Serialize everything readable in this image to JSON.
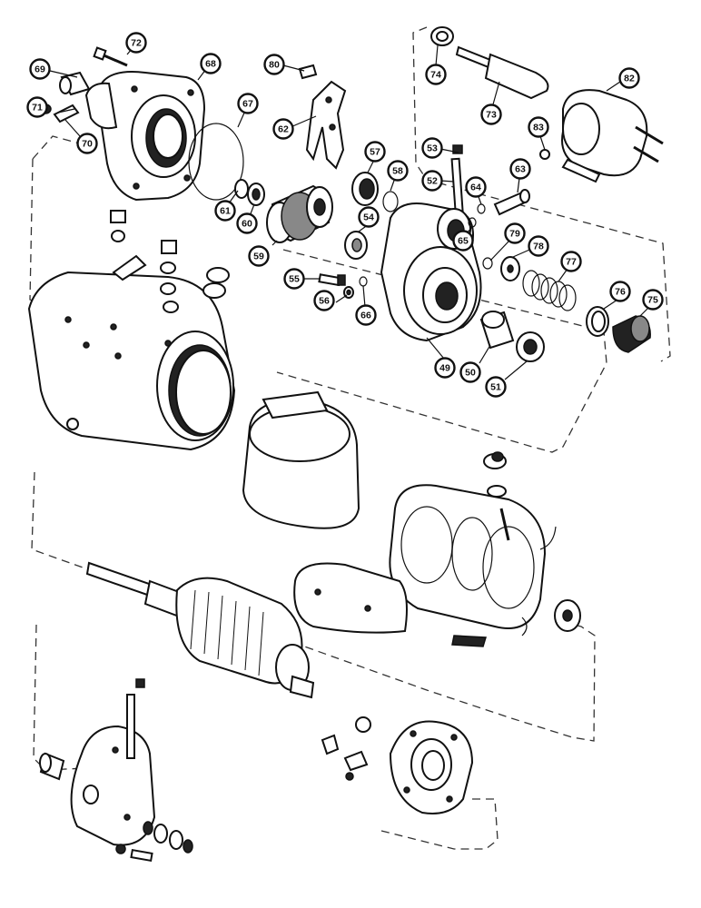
{
  "callouts": [
    {
      "id": "c72",
      "label": "72"
    },
    {
      "id": "c69",
      "label": "69"
    },
    {
      "id": "c68",
      "label": "68"
    },
    {
      "id": "c80",
      "label": "80"
    },
    {
      "id": "c74",
      "label": "74"
    },
    {
      "id": "c82",
      "label": "82"
    },
    {
      "id": "c71",
      "label": "71"
    },
    {
      "id": "c70",
      "label": "70"
    },
    {
      "id": "c67",
      "label": "67"
    },
    {
      "id": "c62",
      "label": "62"
    },
    {
      "id": "c73",
      "label": "73"
    },
    {
      "id": "c83",
      "label": "83"
    },
    {
      "id": "c57",
      "label": "57"
    },
    {
      "id": "c53",
      "label": "53"
    },
    {
      "id": "c58",
      "label": "58"
    },
    {
      "id": "c52",
      "label": "52"
    },
    {
      "id": "c63",
      "label": "63"
    },
    {
      "id": "c64",
      "label": "64"
    },
    {
      "id": "c61",
      "label": "61"
    },
    {
      "id": "c60",
      "label": "60"
    },
    {
      "id": "c54",
      "label": "54"
    },
    {
      "id": "c65",
      "label": "65"
    },
    {
      "id": "c79",
      "label": "79"
    },
    {
      "id": "c78",
      "label": "78"
    },
    {
      "id": "c59",
      "label": "59"
    },
    {
      "id": "c77",
      "label": "77"
    },
    {
      "id": "c55",
      "label": "55"
    },
    {
      "id": "c56",
      "label": "56"
    },
    {
      "id": "c66",
      "label": "66"
    },
    {
      "id": "c76",
      "label": "76"
    },
    {
      "id": "c75",
      "label": "75"
    },
    {
      "id": "c49",
      "label": "49"
    },
    {
      "id": "c50",
      "label": "50"
    },
    {
      "id": "c51",
      "label": "51"
    }
  ]
}
